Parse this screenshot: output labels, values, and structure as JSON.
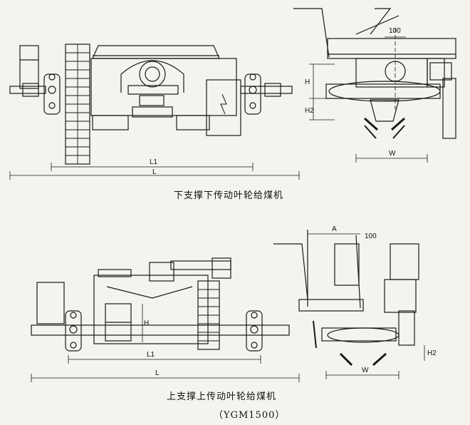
{
  "top_diagram": {
    "title": "下支撑下传动叶轮给煤机",
    "dims": {
      "L1": "L1",
      "L": "L",
      "H": "H",
      "H2": "H2",
      "W": "W",
      "d100": "100"
    }
  },
  "bottom_diagram": {
    "title": "上支撑上传动叶轮给煤机",
    "subtitle": "（YGM1500）",
    "dims": {
      "L1": "L1",
      "L": "L",
      "H": "H",
      "H2": "H2",
      "W": "W",
      "A": "A",
      "d100": "100"
    }
  },
  "colors": {
    "ink": "#1a1a1a",
    "paper": "#f4f3ee"
  }
}
